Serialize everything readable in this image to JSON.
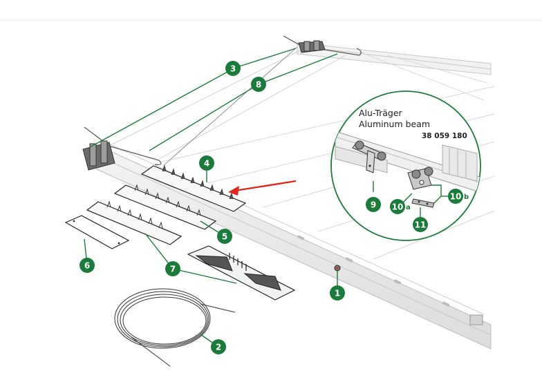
{
  "callouts": {
    "c1": "1",
    "c2": "2",
    "c3": "3",
    "c4": "4",
    "c5": "5",
    "c6": "6",
    "c7": "7",
    "c8": "8",
    "c9": "9",
    "c10a_num": "10",
    "c10a_sub": "a",
    "c10b_num": "10",
    "c10b_sub": "b",
    "c11": "11"
  },
  "inset": {
    "label_de": "Alu-Träger",
    "label_en": "Aluminum beam",
    "part_number": "38 059 180"
  },
  "colors": {
    "callout_green": "#1b7b3a",
    "arrow_red": "#e2261d",
    "line_gray": "#9a9a9a"
  }
}
